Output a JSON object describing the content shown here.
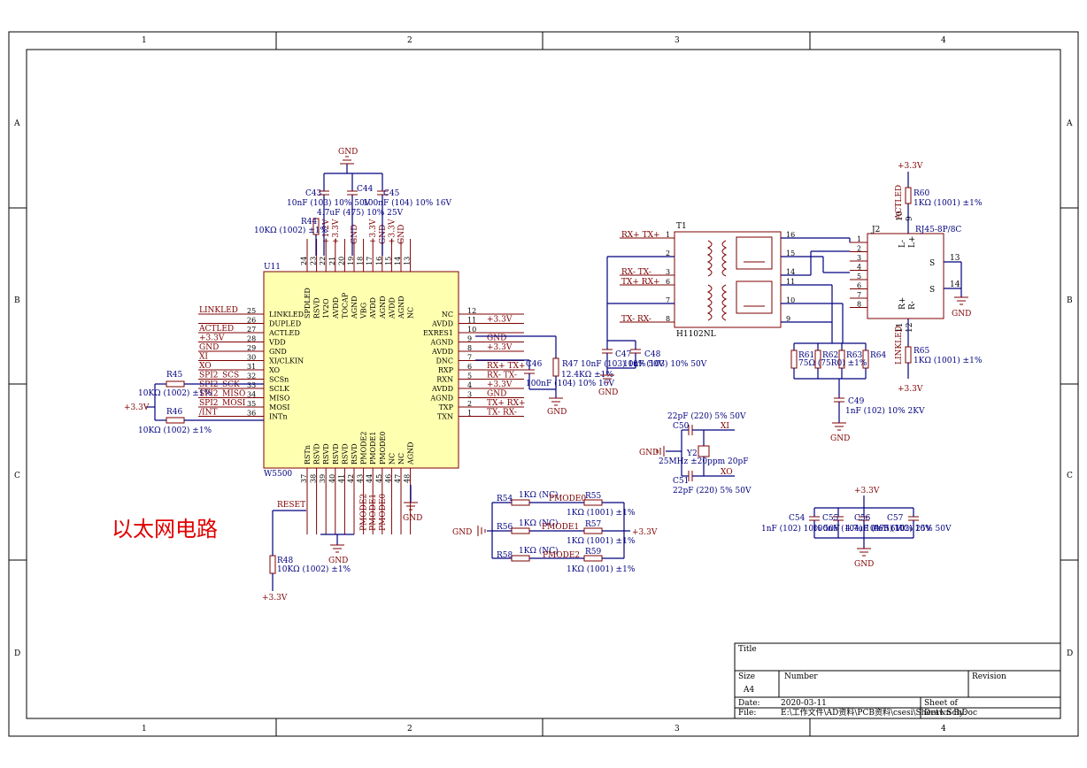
{
  "frame": {
    "cols": [
      "1",
      "2",
      "3",
      "4"
    ],
    "rows": [
      "A",
      "B",
      "C",
      "D"
    ]
  },
  "title_block": {
    "title_label": "Title",
    "size_label": "Size",
    "size_value": "A4",
    "number_label": "Number",
    "revision_label": "Revision",
    "date_label": "Date:",
    "date_value": "2020-03-11",
    "sheet_label": "Sheet    of",
    "file_label": "File:",
    "file_value": "E:\\工作文件\\AD资料\\PCB资料\\csesi\\Sheet1.SchDoc",
    "drawn_label": "Drawn By:"
  },
  "heading": "以太网电路",
  "u11": {
    "ref": "U11",
    "name": "W5500",
    "left_pins": [
      {
        "num": "25",
        "name": "LINKLED",
        "net": "LINKLED"
      },
      {
        "num": "26",
        "name": "DUPLED",
        "net": ""
      },
      {
        "num": "27",
        "name": "ACTLED",
        "net": "ACTLED"
      },
      {
        "num": "28",
        "name": "VDD",
        "net": "+3.3V"
      },
      {
        "num": "29",
        "name": "GND",
        "net": "GND"
      },
      {
        "num": "30",
        "name": "XI/CLKIN",
        "net": "XI"
      },
      {
        "num": "31",
        "name": "XO",
        "net": "XO"
      },
      {
        "num": "32",
        "name": "SCSn",
        "net": "SPI2_SCS"
      },
      {
        "num": "33",
        "name": "SCLK",
        "net": "SPI2_SCK"
      },
      {
        "num": "34",
        "name": "MISO",
        "net": "SPI2_MISO"
      },
      {
        "num": "35",
        "name": "MOSI",
        "net": "SPI2_MOSI"
      },
      {
        "num": "36",
        "name": "INTn",
        "net": "/INT"
      }
    ],
    "right_pins": [
      {
        "num": "12",
        "name": "NC",
        "net": ""
      },
      {
        "num": "11",
        "name": "AVDD",
        "net": "+3.3V"
      },
      {
        "num": "10",
        "name": "EXRES1",
        "net": ""
      },
      {
        "num": "9",
        "name": "AGND",
        "net": "GND"
      },
      {
        "num": "8",
        "name": "AVDD",
        "net": "+3.3V"
      },
      {
        "num": "7",
        "name": "DNC",
        "net": ""
      },
      {
        "num": "6",
        "name": "RXP",
        "net": "RX+ TX+"
      },
      {
        "num": "5",
        "name": "RXN",
        "net": "RX- TX-"
      },
      {
        "num": "4",
        "name": "AVDD",
        "net": "+3.3V"
      },
      {
        "num": "3",
        "name": "AGND",
        "net": "GND"
      },
      {
        "num": "2",
        "name": "TXP",
        "net": "TX+ RX+"
      },
      {
        "num": "1",
        "name": "TXN",
        "net": "TX- RX-"
      }
    ],
    "top_pins": [
      {
        "num": "24",
        "name": "SPDLED"
      },
      {
        "num": "23",
        "name": "RSVD"
      },
      {
        "num": "22",
        "name": "1V2O"
      },
      {
        "num": "21",
        "name": "AVDD"
      },
      {
        "num": "20",
        "name": "TOCAP"
      },
      {
        "num": "19",
        "name": "AGND"
      },
      {
        "num": "18",
        "name": "VBG"
      },
      {
        "num": "17",
        "name": "AVDD"
      },
      {
        "num": "16",
        "name": "AGND"
      },
      {
        "num": "15",
        "name": "AVDD"
      },
      {
        "num": "14",
        "name": "AGND"
      },
      {
        "num": "13",
        "name": "NC"
      }
    ],
    "top_nets": [
      "",
      "",
      "+1.2V",
      "+3.3V",
      "",
      "GND",
      "",
      "+3.3V",
      "GND",
      "+3.3V",
      "GND",
      ""
    ],
    "bottom_pins": [
      {
        "num": "37",
        "name": "RSTn"
      },
      {
        "num": "38",
        "name": "RSVD"
      },
      {
        "num": "39",
        "name": "RSVD"
      },
      {
        "num": "40",
        "name": "RSVD"
      },
      {
        "num": "41",
        "name": "RSVD"
      },
      {
        "num": "42",
        "name": "RSVD"
      },
      {
        "num": "43",
        "name": "PMODE2"
      },
      {
        "num": "44",
        "name": "PMODE1"
      },
      {
        "num": "45",
        "name": "PMODE0"
      },
      {
        "num": "46",
        "name": "NC"
      },
      {
        "num": "47",
        "name": "NC"
      },
      {
        "num": "48",
        "name": "AGND"
      }
    ],
    "bottom_nets": [
      "RESET",
      "",
      "",
      "",
      "",
      "",
      "PMODE2",
      "PMODE1",
      "PMODE0",
      "",
      "",
      ""
    ]
  },
  "labels": {
    "gnd": "GND",
    "v33": "+3.3V",
    "reset": "RESET",
    "c43": "C43",
    "c43v": "10nF (103) 10% 50V",
    "c44": "C44",
    "c44v": "4.7uF (475) 10% 25V",
    "c45": "C45",
    "c45v": "100nF (104) 10% 16V",
    "r44": "R44",
    "r44v": "10KΩ (1002) ±1%",
    "r45": "R45",
    "r45v": "10KΩ (1002) ±1%",
    "r46": "R46",
    "r46v": "10KΩ (1002) ±1%",
    "r47": "R47",
    "r47v": "12.4KΩ ±1%",
    "c46": "C46",
    "c46v": "100nF (104) 10% 16V",
    "r48": "R48",
    "r48v": "10KΩ (1002) ±1%",
    "c47": "C47",
    "c47v": "10nF (103) 10% 50V",
    "c48": "C48",
    "c48v": "10nF (103) 10% 50V",
    "t1": "T1",
    "t1v": "H1102NL",
    "t1_pins_left": [
      "1",
      "2",
      "3",
      "6",
      "7",
      "8"
    ],
    "t1_pins_right": [
      "16",
      "15",
      "14",
      "11",
      "10",
      "9"
    ],
    "t1_nets_left": [
      "RX+ TX+",
      "",
      "RX- TX-",
      "TX+ RX+",
      "",
      "TX- RX-"
    ],
    "j2": "J2",
    "j2v": "RJ45-8P/8C",
    "j2_pins": [
      "1",
      "2",
      "3",
      "4",
      "5",
      "6",
      "7",
      "8"
    ],
    "j2_s": "S",
    "j2_s_pins": [
      "13",
      "14"
    ],
    "j2_top_pins": [
      "10",
      "9"
    ],
    "j2_top_names": [
      "L-",
      "L+"
    ],
    "j2_bot_pins": [
      "11",
      "12"
    ],
    "j2_bot_names": [
      "R+",
      "R-"
    ],
    "actled": "ACTLED",
    "linkled": "LINKLED",
    "r60": "R60",
    "r60v": "1KΩ (1001) ±1%",
    "r65": "R65",
    "r65v": "1KΩ (1001) ±1%",
    "r61": "R61",
    "r62": "R62",
    "r63": "R63",
    "r64": "R64",
    "r61v": "75Ω (75R0) ±1%",
    "c49": "C49",
    "c49v": "1nF (102) 10% 2KV",
    "c50": "C50",
    "c50v": "22pF (220) 5% 50V",
    "c51": "C51",
    "c51v": "22pF (220) 5% 50V",
    "y2": "Y2",
    "y2v": "25MHz ±20ppm 20pF",
    "xi": "XI",
    "xo": "XO",
    "r54": "R54",
    "r54v": "1KΩ (NC)",
    "r55": "R55",
    "r55v": "1KΩ (1001) ±1%",
    "r56": "R56",
    "r56v": "1KΩ (NC)",
    "r57": "R57",
    "r57v": "1KΩ (1001) ±1%",
    "r58": "R58",
    "r58v": "1KΩ (NC)",
    "r59": "R59",
    "r59v": "1KΩ (1001) ±1%",
    "pmode0": "PMODE0",
    "pmode1": "PMODE1",
    "pmode2": "PMODE2",
    "c54": "C54",
    "c55": "C55",
    "c56": "C56",
    "c57": "C57",
    "c54v": "1nF (102) 10% 50V",
    "c55v": "100nF (104) 10% 16V",
    "c56v": "4.7uF (475) 10% 25V",
    "c57v": "1nF (102) 10% 50V"
  }
}
